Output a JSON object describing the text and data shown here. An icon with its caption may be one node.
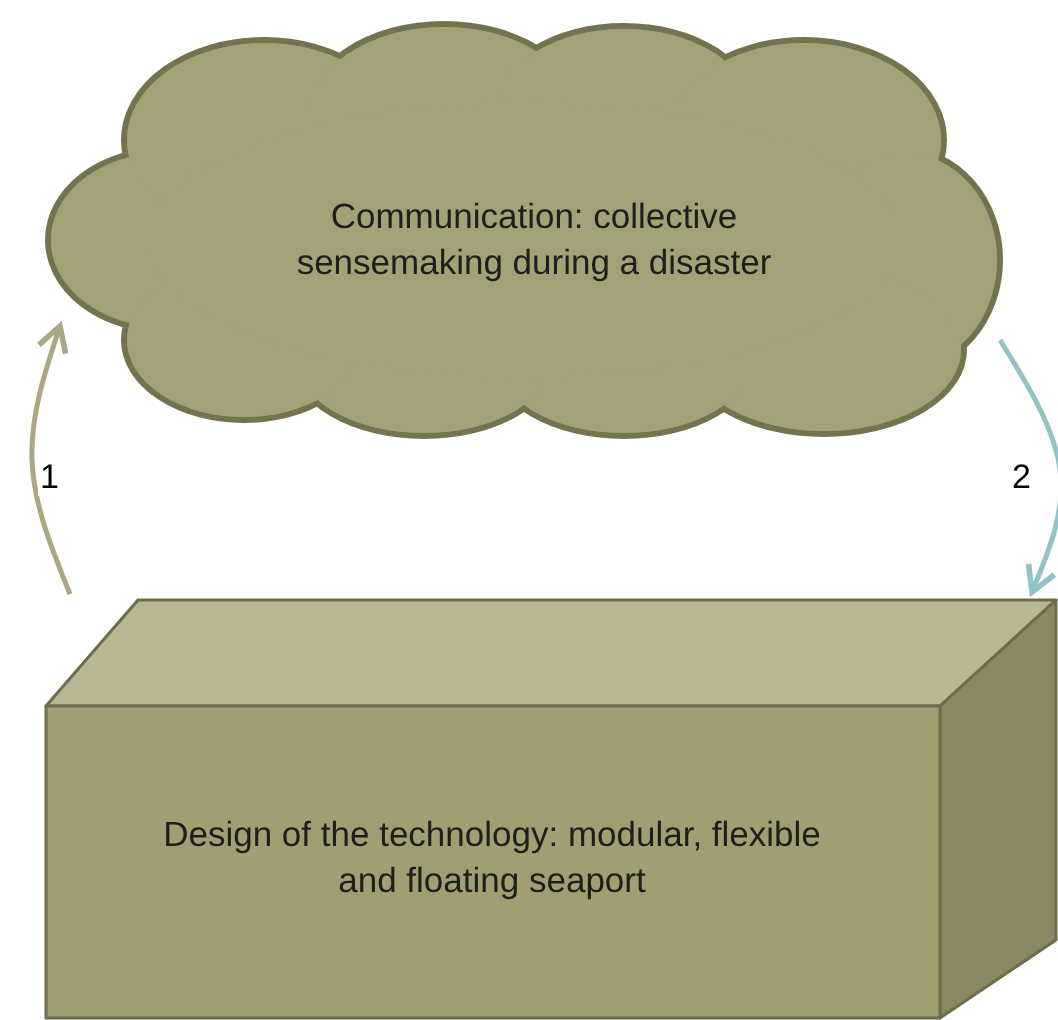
{
  "diagram": {
    "nodes": [
      {
        "text": [
          "Communication: collective sensemaking during a disaster"
        ]
      },
      {
        "text": [
          "Design of the technology: modular, flexible and floating seaport"
        ]
      }
    ],
    "edges": [
      {
        "from": 1,
        "to": 0,
        "arrow": "to",
        "label": "1",
        "color": "#aaa782"
      },
      {
        "from": 0,
        "to": 1,
        "arrow": "to",
        "label": "2",
        "color": "#93c3c6"
      }
    ]
  }
}
